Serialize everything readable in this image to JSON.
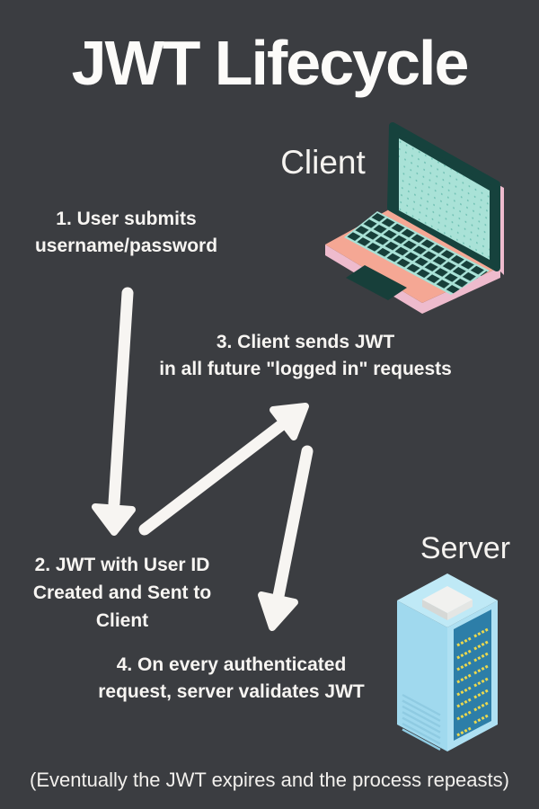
{
  "title": "JWT Lifecycle",
  "client": {
    "label": "Client"
  },
  "server": {
    "label": "Server"
  },
  "steps": [
    {
      "name": "step-1",
      "lines": [
        "1. User submits",
        "username/password"
      ]
    },
    {
      "name": "step-2",
      "lines": [
        "2. JWT with User ID",
        "Created and Sent to",
        "Client"
      ]
    },
    {
      "name": "step-3",
      "lines": [
        "3. Client sends JWT",
        "in all future \"logged in\" requests"
      ]
    },
    {
      "name": "step-4",
      "lines": [
        "4. On every authenticated",
        "request, server validates JWT"
      ]
    }
  ],
  "footer": "(Eventually the JWT expires and the process repeasts)",
  "icons": {
    "client_icon": "laptop-icon",
    "server_icon": "server-rack-icon",
    "arrow_1": "arrow-down-icon",
    "arrow_2": "arrow-up-right-icon",
    "arrow_3": "arrow-down-left-icon"
  },
  "colors": {
    "background": "#3b3d41",
    "text": "#f7f5f2",
    "arrow": "#f7f5f2",
    "laptop_body_salmon": "#f5a794",
    "laptop_trim_pink": "#eebbcd",
    "laptop_screen_bezel_teal": "#16423d",
    "laptop_screen_mint": "#a9e2d7",
    "server_body_light_blue": "#a0d9ee",
    "server_panel_teal": "#2d7ea8",
    "server_lights_yellow": "#ecd94e",
    "server_top_white": "#f1f1ef"
  }
}
